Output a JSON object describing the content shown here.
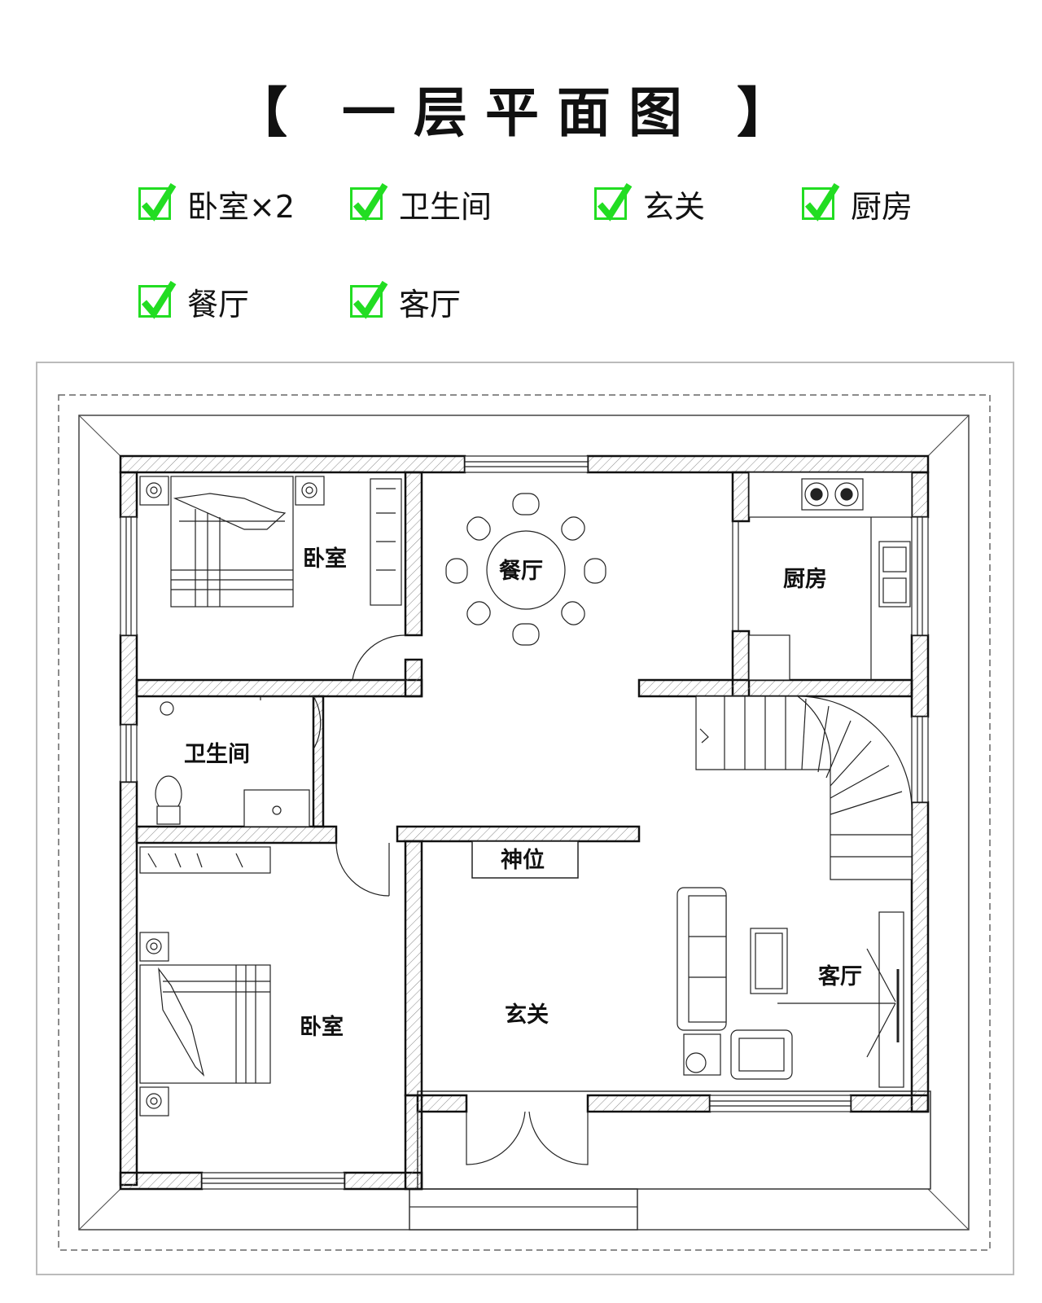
{
  "title": "【 一层平面图 】",
  "features": [
    "卧室×2",
    "卫生间",
    "玄关",
    "厨房",
    "餐厅",
    "客厅"
  ],
  "colors": {
    "check": "#22dd22",
    "wall": "#111111",
    "hatch": "#888888"
  },
  "rooms": {
    "bedroom_top": "卧室",
    "dining": "餐厅",
    "kitchen": "厨房",
    "bathroom": "卫生间",
    "shrine": "神位",
    "living": "客厅",
    "foyer": "玄关",
    "bedroom_bottom": "卧室"
  }
}
